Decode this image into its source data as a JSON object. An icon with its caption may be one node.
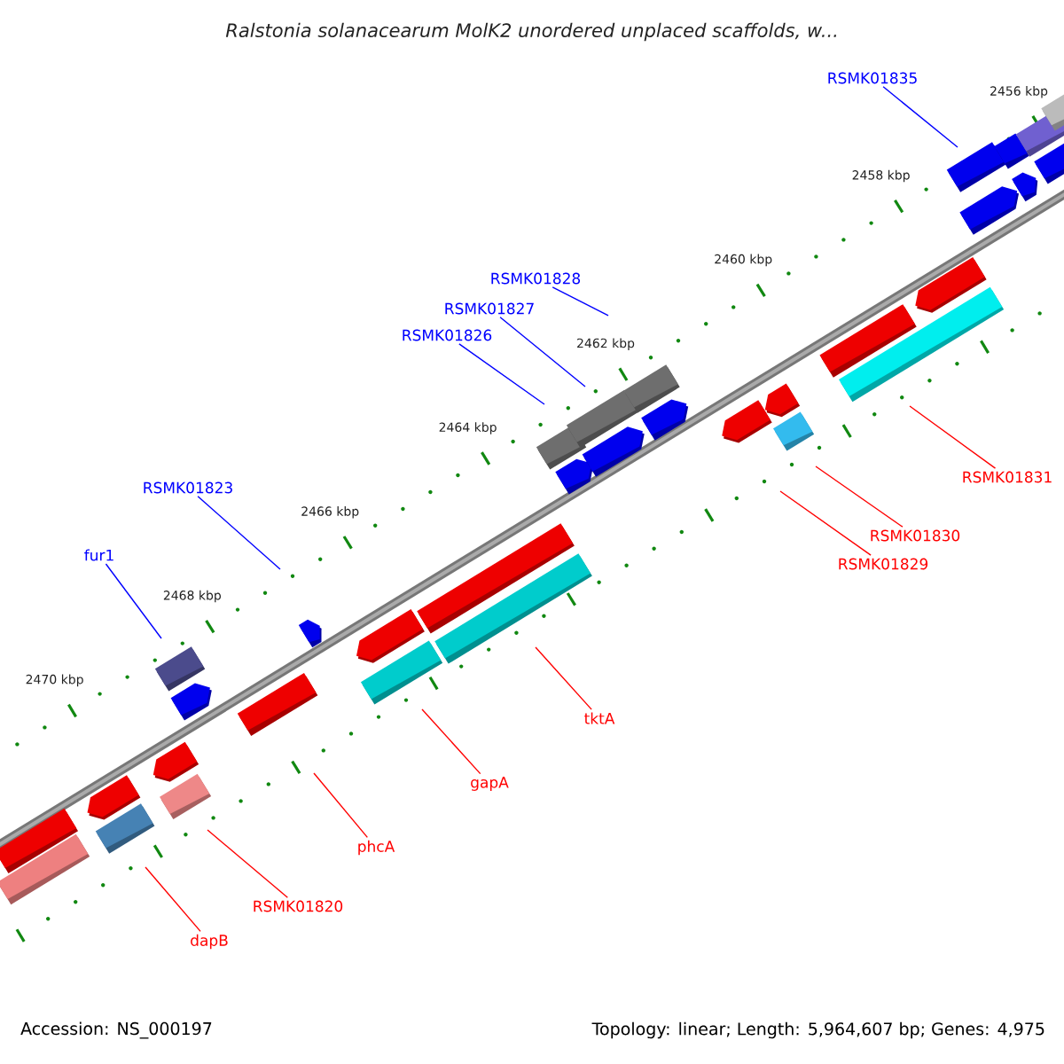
{
  "diagram": {
    "title": "Ralstonia solanacearum MolK2 unordered unplaced scaffolds, w...",
    "nodes": [
      {
        "text": [
          "RSMK01835"
        ]
      },
      {
        "text": [
          "RSMK01828"
        ]
      },
      {
        "text": [
          "RSMK01827"
        ]
      },
      {
        "text": [
          "RSMK01826"
        ]
      },
      {
        "text": [
          "RSMK01831"
        ]
      },
      {
        "text": [
          "RSMK01823"
        ]
      },
      {
        "text": [
          "RSMK01830"
        ]
      },
      {
        "text": [
          "fur1"
        ]
      },
      {
        "text": [
          "RSMK01829"
        ]
      },
      {
        "text": [
          "tktA"
        ]
      },
      {
        "text": [
          "gapA"
        ]
      },
      {
        "text": [
          "phcA"
        ]
      },
      {
        "text": [
          "RSMK01820"
        ]
      },
      {
        "text": [
          "dapB"
        ]
      }
    ],
    "edges": [
      {
        "from": 0,
        "to": null,
        "arrow": "none",
        "color": "#0000ff"
      },
      {
        "from": 1,
        "to": null,
        "arrow": "none",
        "color": "#0000ff"
      },
      {
        "from": 2,
        "to": null,
        "arrow": "none",
        "color": "#0000ff"
      },
      {
        "from": 3,
        "to": null,
        "arrow": "none",
        "color": "#0000ff"
      },
      {
        "from": 4,
        "to": null,
        "arrow": "none"
      },
      {
        "from": 5,
        "to": null,
        "arrow": "none",
        "color": "#0000ff"
      },
      {
        "from": 6,
        "to": null,
        "arrow": "none"
      },
      {
        "from": 7,
        "to": null,
        "arrow": "none",
        "color": "#0000ff"
      },
      {
        "from": 8,
        "to": null,
        "arrow": "none"
      },
      {
        "from": 9,
        "to": null,
        "arrow": "none"
      },
      {
        "from": 10,
        "to": null,
        "arrow": "none"
      },
      {
        "from": 11,
        "to": null,
        "arrow": "none"
      },
      {
        "from": 12,
        "to": null,
        "arrow": "none"
      },
      {
        "from": 13,
        "to": null,
        "arrow": "none"
      }
    ],
    "labels": [
      "2456 kbp",
      "2458 kbp",
      "2460 kbp",
      "2462 kbp",
      "2464 kbp",
      "2466 kbp",
      "2468 kbp",
      "2470 kbp",
      "Accession: NS_000197",
      "Topology: linear; Length: 5,964,607 bp; Genes: 4,975"
    ]
  }
}
